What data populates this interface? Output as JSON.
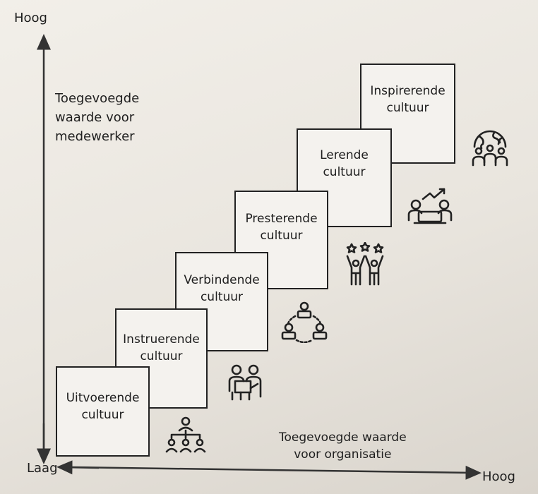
{
  "axes": {
    "y_top_label": "Hoog",
    "y_bottom_label": "Laag",
    "x_right_label": "Hoog",
    "y_title": "Toegevoegde\nwaarde voor\nmedewerker",
    "x_title": "Toegevoegde waarde\nvoor organisatie"
  },
  "steps": [
    {
      "label": "Uitvoerende\ncultuur",
      "icon": "hierarchy-people-icon"
    },
    {
      "label": "Instruerende\ncultuur",
      "icon": "instructor-board-icon"
    },
    {
      "label": "Verbindende\ncultuur",
      "icon": "connected-people-circle-icon"
    },
    {
      "label": "Presterende\ncultuur",
      "icon": "cheering-people-stars-icon"
    },
    {
      "label": "Lerende\ncultuur",
      "icon": "learning-growth-icon"
    },
    {
      "label": "Inspirerende\ncultuur",
      "icon": "globe-people-icon"
    }
  ]
}
